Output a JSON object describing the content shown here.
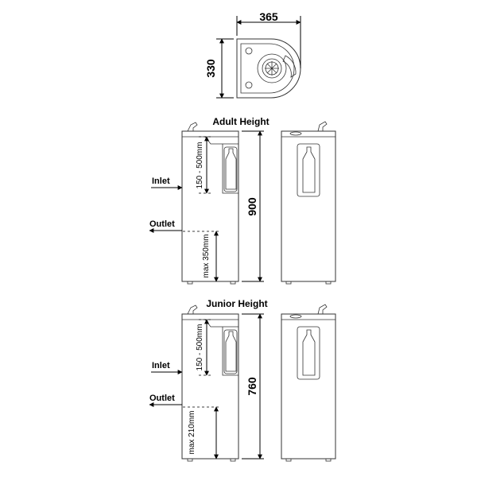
{
  "plan_view": {
    "width_label": "365",
    "depth_label": "330"
  },
  "adult": {
    "title": "Adult Height",
    "height_label": "900",
    "bottle_zone_label": "150 - 500mm",
    "outlet_zone_label": "max 350mm",
    "inlet_label": "Inlet",
    "outlet_label": "Outlet"
  },
  "junior": {
    "title": "Junior Height",
    "height_label": "760",
    "bottle_zone_label": "150 - 500mm",
    "outlet_zone_label": "max 210mm",
    "inlet_label": "Inlet",
    "outlet_label": "Outlet"
  }
}
